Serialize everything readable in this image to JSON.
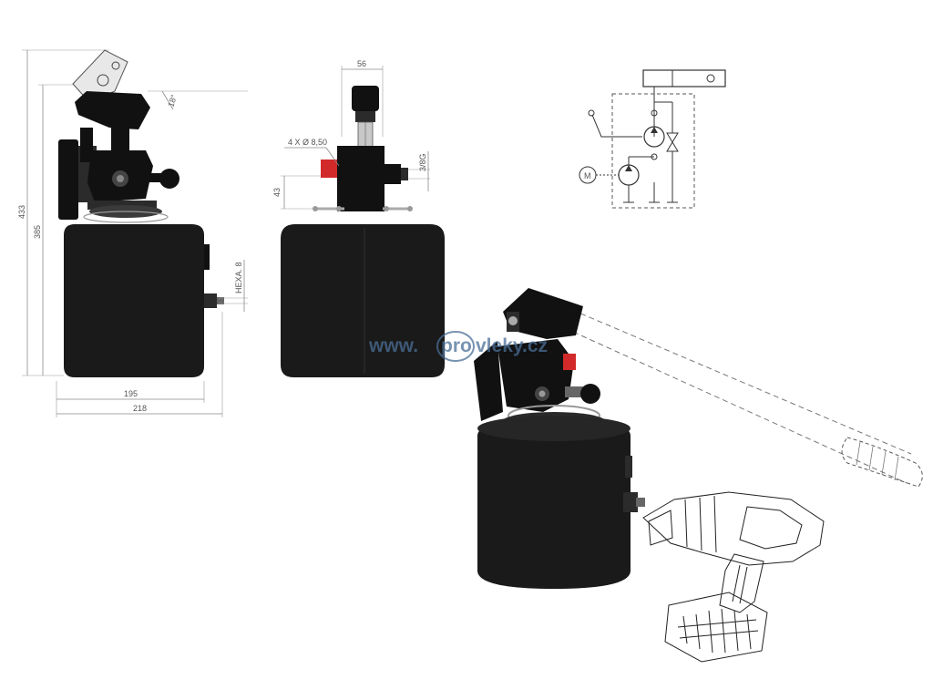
{
  "side_view": {
    "dim_total_height": "433",
    "dim_body_height": "385",
    "dim_angle": "18°",
    "dim_hexa": "HEXA. 8",
    "dim_width_inner": "195",
    "dim_width_outer": "218"
  },
  "front_view": {
    "dim_top_width": "56",
    "dim_holes": "4 X Ø 8,50",
    "dim_mount_height": "43",
    "dim_port": "3/8G"
  },
  "schematic": {
    "motor_label": "M"
  },
  "watermark": {
    "prefix": "www.",
    "logo": "pro",
    "suffix": "vleky.cz"
  }
}
